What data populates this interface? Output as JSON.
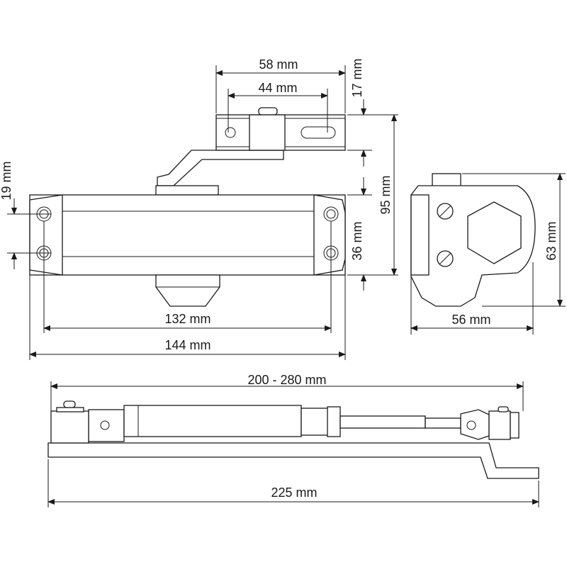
{
  "dimensions": {
    "bracket_width": "58 mm",
    "bracket_holes": "44 mm",
    "bracket_height": "17 mm",
    "total_height": "95 mm",
    "mount_holes_vertical": "19 mm",
    "body_height": "36 mm",
    "side_height": "63 mm",
    "holes_spacing": "132 mm",
    "body_length": "144 mm",
    "side_depth": "56 mm",
    "arm_range": "200 - 280 mm",
    "arm_length": "225 mm"
  }
}
